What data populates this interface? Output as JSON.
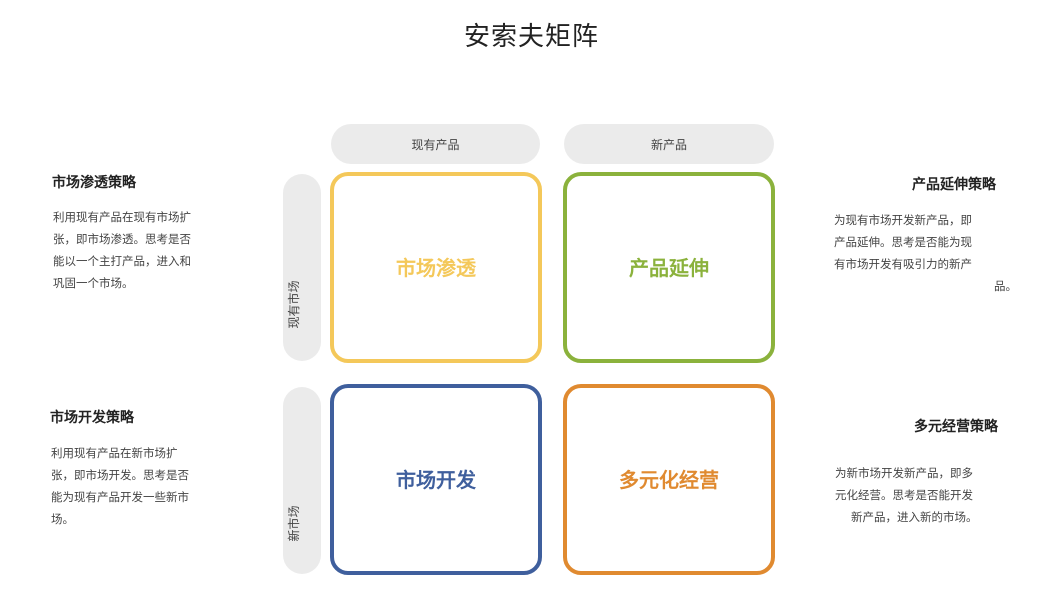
{
  "title": "安索夫矩阵",
  "columns": [
    "现有产品",
    "新产品"
  ],
  "rows": [
    "现有市场",
    "新市场"
  ],
  "quadrants": [
    {
      "label": "市场渗透",
      "color": "#f4c85a"
    },
    {
      "label": "产品延伸",
      "color": "#8bb23c"
    },
    {
      "label": "市场开发",
      "color": "#3f5f9d"
    },
    {
      "label": "多元化经营",
      "color": "#e08a30"
    }
  ],
  "strategies": {
    "penetration": {
      "title": "市场渗透策略",
      "lines": [
        "利用现有产品在现有市场扩",
        "张，即市场渗透。思考是否",
        "能以一个主打产品，进入和",
        "巩固一个市场。"
      ]
    },
    "product_extension": {
      "title": "产品延伸策略",
      "lines": [
        "为现有市场开发新产品，即",
        "产品延伸。思考是否能为现",
        "有市场开发有吸引力的新产",
        "品。"
      ]
    },
    "market_development": {
      "title": "市场开发策略",
      "lines": [
        "利用现有产品在新市场扩",
        "张，即市场开发。思考是否",
        "能为现有产品开发一些新市",
        "场。"
      ]
    },
    "diversification": {
      "title": "多元经营策略",
      "lines": [
        "为新市场开发新产品，即多",
        "元化经营。思考是否能开发",
        "新产品，进入新的市场。"
      ]
    }
  }
}
